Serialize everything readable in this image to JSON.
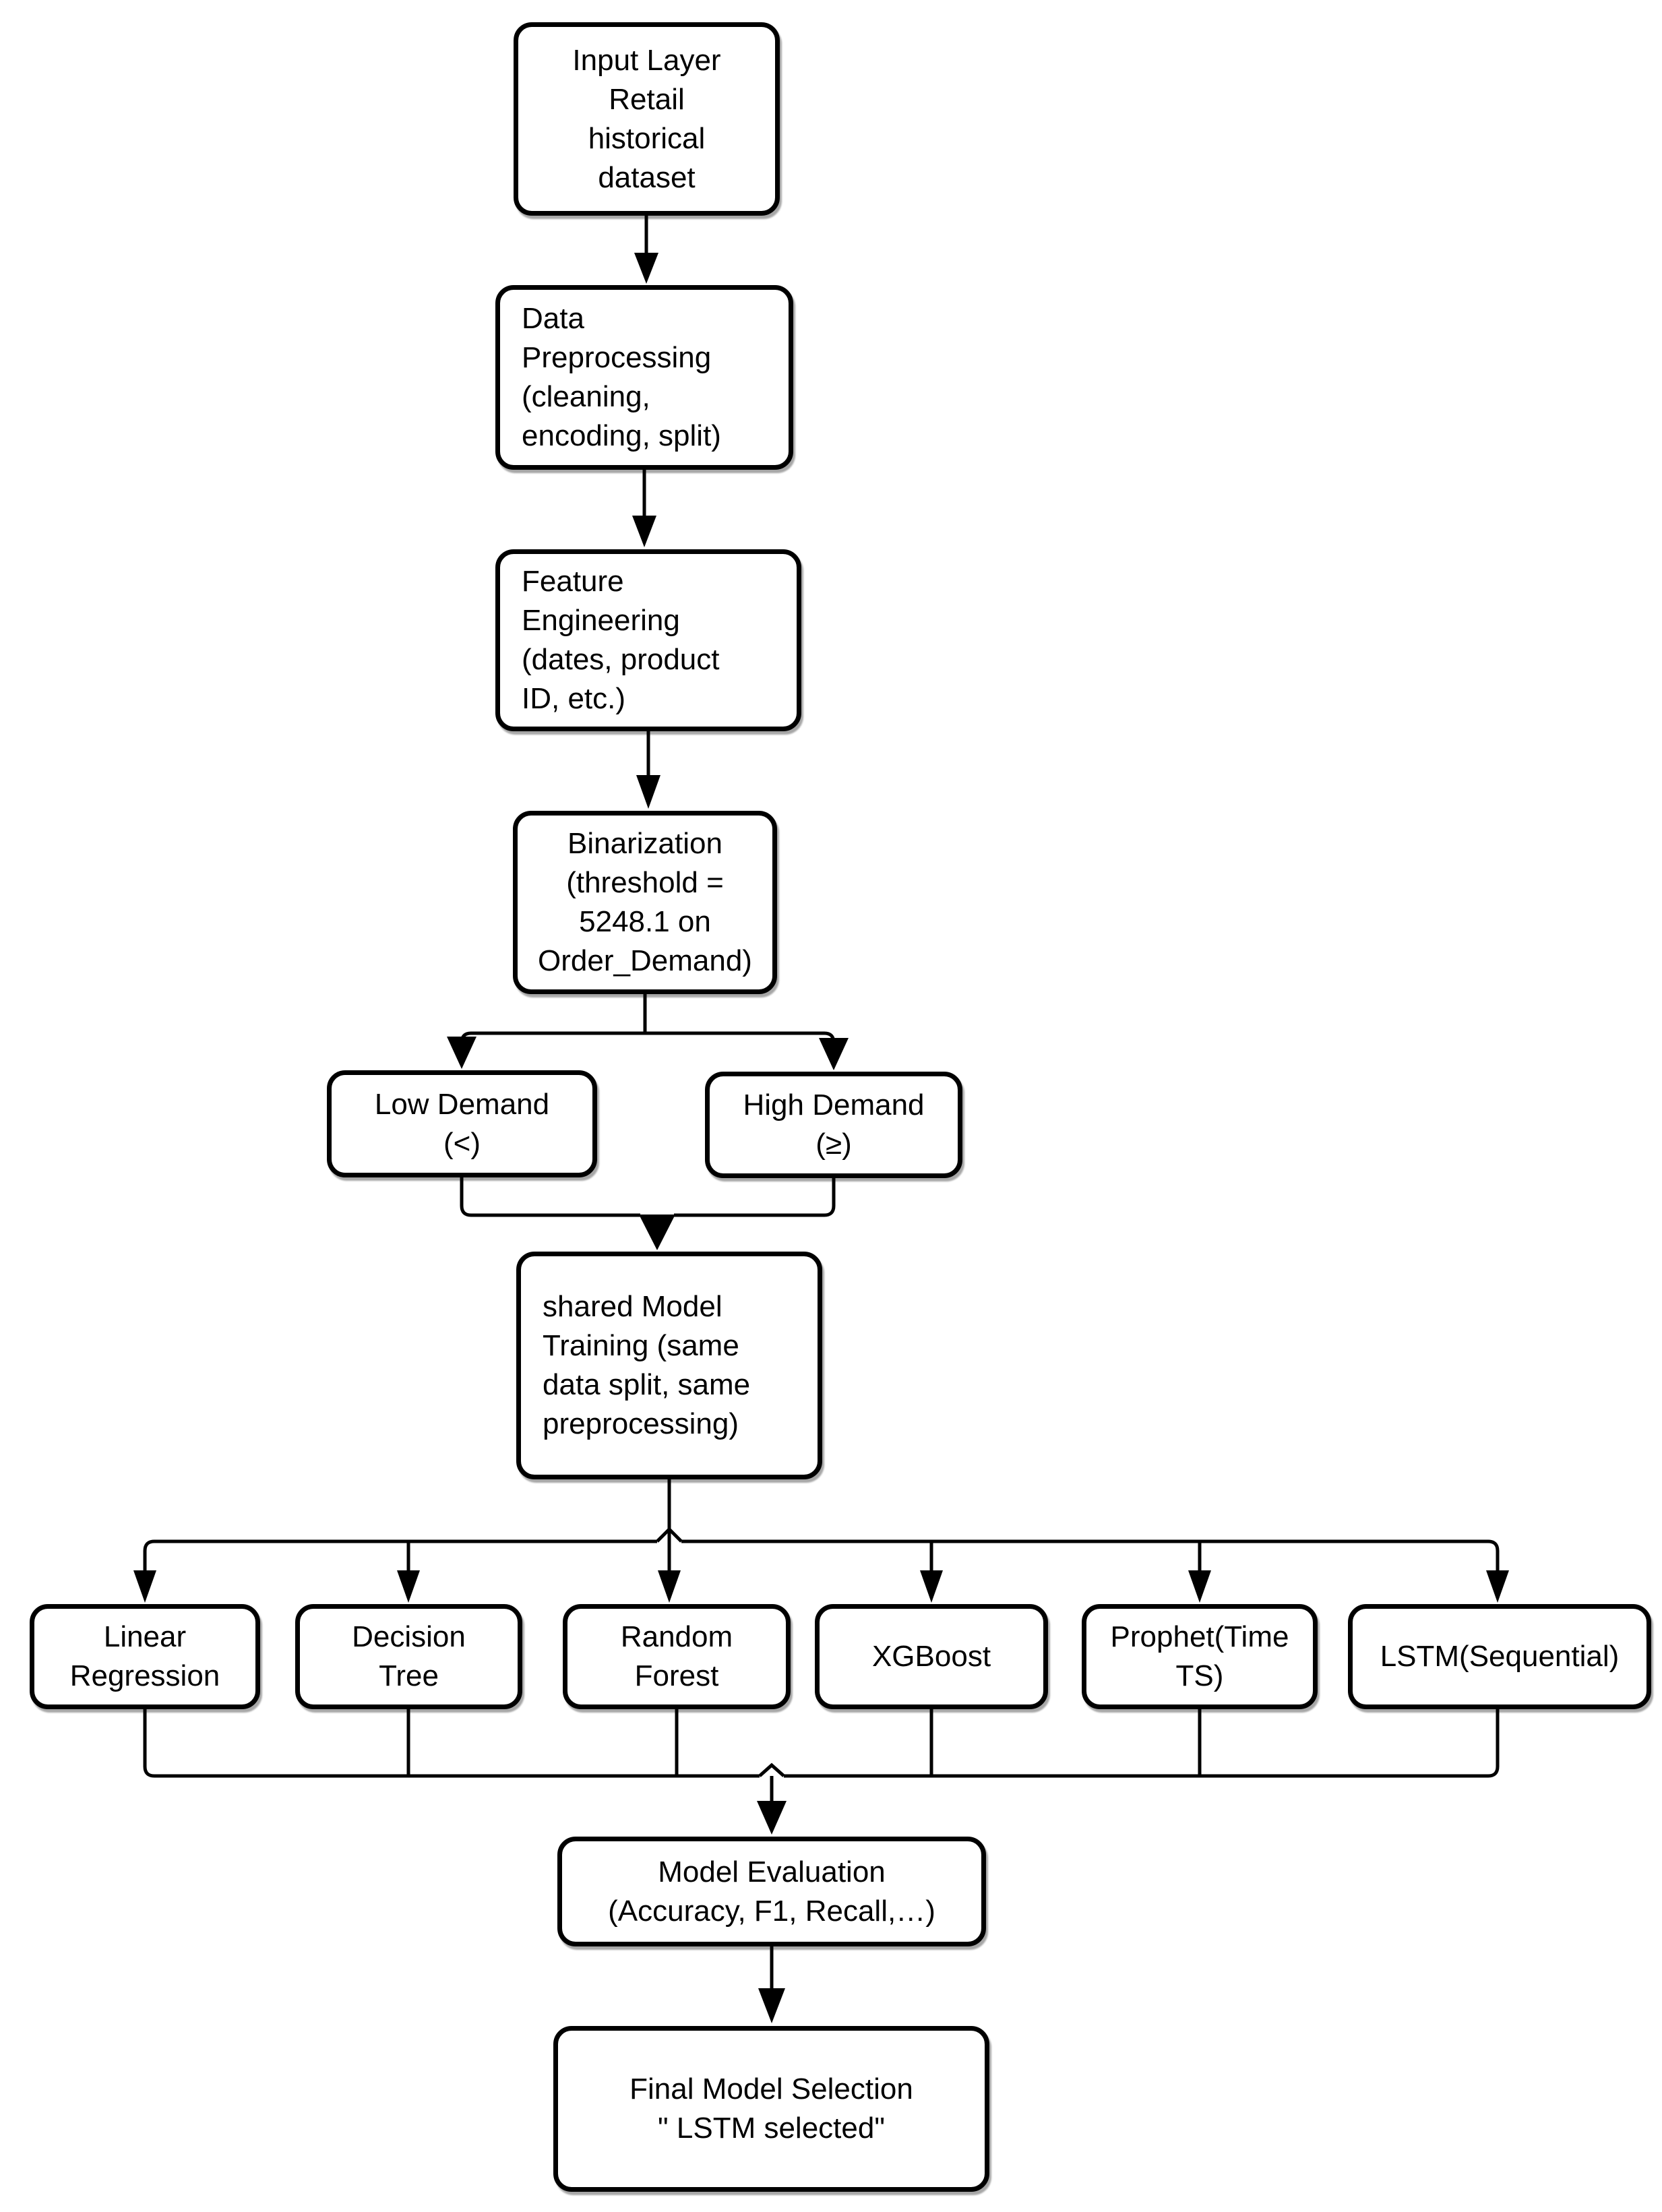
{
  "diagram": {
    "background_color": "#ffffff",
    "stroke_color": "#000000",
    "nodes": {
      "input": {
        "lines": [
          "Input Layer",
          "Retail",
          "historical",
          "dataset"
        ]
      },
      "preprocessing": {
        "lines": [
          "Data",
          "Preprocessing",
          "(cleaning,",
          "encoding, split)"
        ]
      },
      "feature_engineering": {
        "lines": [
          "Feature",
          "Engineering",
          "(dates, product",
          "ID, etc.)"
        ]
      },
      "binarization": {
        "lines": [
          "Binarization",
          "(threshold =",
          "5248.1 on",
          "Order_Demand)"
        ]
      },
      "low_demand": {
        "lines": [
          "Low Demand",
          "(<)"
        ]
      },
      "high_demand": {
        "lines": [
          "High Demand",
          "(≥)"
        ]
      },
      "shared_training": {
        "lines": [
          "shared Model",
          "Training (same",
          "data split, same",
          "preprocessing)"
        ]
      },
      "linear_regression": {
        "lines": [
          "Linear",
          "Regression"
        ]
      },
      "decision_tree": {
        "lines": [
          "Decision",
          "Tree"
        ]
      },
      "random_forest": {
        "lines": [
          "Random",
          "Forest"
        ]
      },
      "xgboost": {
        "lines": [
          "XGBoost"
        ]
      },
      "prophet": {
        "lines": [
          "Prophet(Time",
          "TS)"
        ]
      },
      "lstm": {
        "lines": [
          "LSTM(Sequential)"
        ]
      },
      "evaluation": {
        "lines": [
          "Model Evaluation",
          "(Accuracy, F1, Recall,…)"
        ]
      },
      "final_selection": {
        "lines": [
          "Final Model Selection",
          "\" LSTM selected\""
        ]
      }
    },
    "edges": [
      {
        "from": "input",
        "to": "preprocessing"
      },
      {
        "from": "preprocessing",
        "to": "feature_engineering"
      },
      {
        "from": "feature_engineering",
        "to": "binarization"
      },
      {
        "from": "binarization",
        "to": "low_demand"
      },
      {
        "from": "binarization",
        "to": "high_demand"
      },
      {
        "from": "low_demand",
        "to": "shared_training"
      },
      {
        "from": "high_demand",
        "to": "shared_training"
      },
      {
        "from": "shared_training",
        "to": "linear_regression"
      },
      {
        "from": "shared_training",
        "to": "decision_tree"
      },
      {
        "from": "shared_training",
        "to": "random_forest"
      },
      {
        "from": "shared_training",
        "to": "xgboost"
      },
      {
        "from": "shared_training",
        "to": "prophet"
      },
      {
        "from": "shared_training",
        "to": "lstm"
      },
      {
        "from": "linear_regression",
        "to": "evaluation"
      },
      {
        "from": "decision_tree",
        "to": "evaluation"
      },
      {
        "from": "random_forest",
        "to": "evaluation"
      },
      {
        "from": "xgboost",
        "to": "evaluation"
      },
      {
        "from": "prophet",
        "to": "evaluation"
      },
      {
        "from": "lstm",
        "to": "evaluation"
      },
      {
        "from": "evaluation",
        "to": "final_selection"
      }
    ]
  }
}
